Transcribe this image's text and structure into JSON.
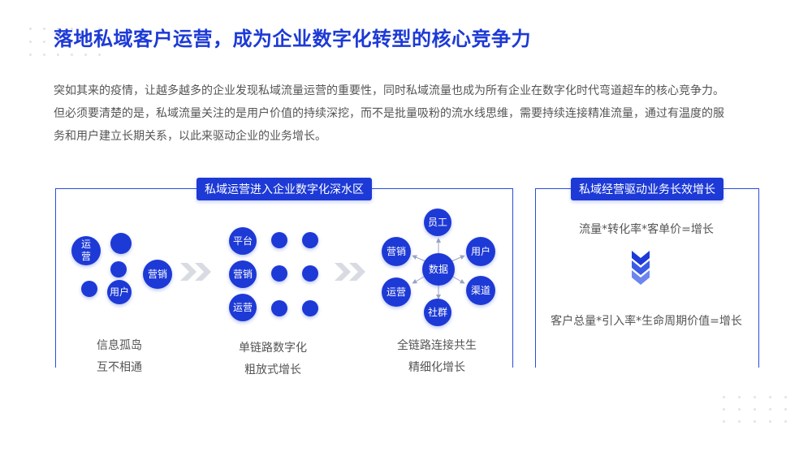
{
  "title": "落地私域客户运营，成为企业数字化转型的核心竞争力",
  "intro": {
    "line1": "突如其来的疫情，让越多越多的企业发现私域流量运营的重要性，同时私域流量也成为所有企业在数字化时代弯道超车的核心竞争力。",
    "line2": "但必须要清楚的是，私域流量关注的是用户价值的持续深挖，而不是批量吸粉的流水线思维，需要持续连接精准流量，通过有温度的服",
    "line3": "务和用户建立长期关系，以此来驱动企业的业务增长。"
  },
  "left_panel": {
    "title": "私域运营进入企业数字化深水区",
    "stage1": {
      "nodes": [
        "运营",
        "用户",
        "营销"
      ],
      "caption1": "信息孤岛",
      "caption2": "互不相通"
    },
    "stage2": {
      "nodes": [
        "平台",
        "营销",
        "运营"
      ],
      "caption1": "单链路数字化",
      "caption2": "粗放式增长"
    },
    "stage3": {
      "center": "数据",
      "nodes": [
        "员工",
        "用户",
        "渠道",
        "社群",
        "运营",
        "营销"
      ],
      "caption1": "全链路连接共生",
      "caption2": "精细化增长"
    }
  },
  "right_panel": {
    "title": "私域经营驱动业务长效增长",
    "formula1": "流量*转化率*客单价=增长",
    "formula2": "客户总量*引入率*生命周期价值=增长"
  },
  "colors": {
    "primary": "#1d3ad6",
    "chevron": "#d9dbe2",
    "text": "#555555"
  }
}
